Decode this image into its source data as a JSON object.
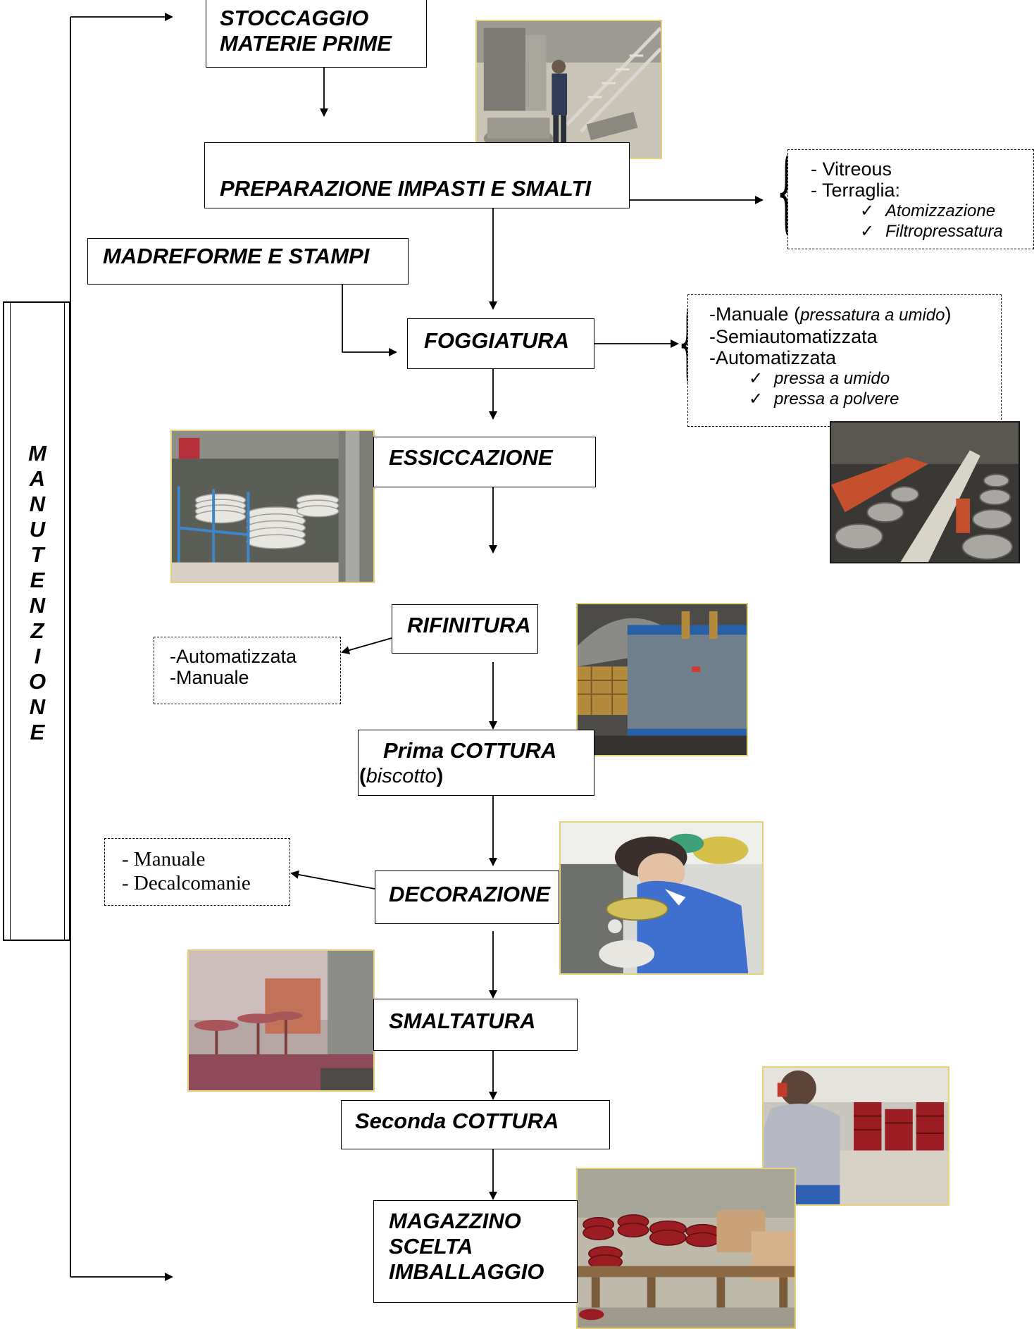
{
  "side_label": {
    "letters": [
      "M",
      "A",
      "N",
      "U",
      "T",
      "E",
      "N",
      "Z",
      "I",
      "O",
      "N",
      "E"
    ]
  },
  "steps": {
    "stoccaggio": [
      "STOCCAGGIO",
      "MATERIE PRIME"
    ],
    "preparazione": "PREPARAZIONE IMPASTI E SMALTI",
    "madreforme": "MADREFORME E STAMPI",
    "foggiatura": "FOGGIATURA",
    "essiccazione": "ESSICCAZIONE",
    "rifinitura": "RIFINITURA",
    "prima_cottura": {
      "line1": "Prima  COTTURA",
      "open": "(",
      "italic": "biscotto",
      "close": ")"
    },
    "decorazione": "DECORAZIONE",
    "smaltatura": "SMALTATURA",
    "seconda_cottura": "Seconda  COTTURA",
    "magazzino": [
      "MAGAZZINO",
      "SCELTA",
      "IMBALLAGGIO"
    ]
  },
  "notes": {
    "impasti": {
      "lines": [
        "- Vitreous",
        "- Terraglia:"
      ],
      "sub": [
        "Atomizzazione",
        "Filtropressatura"
      ]
    },
    "foggiatura": {
      "line1_a": "-Manuale (",
      "line1_italic": "pressatura a umido",
      "line1_b": ")",
      "lines": [
        "-Semiautomatizzata",
        "-Automatizzata"
      ],
      "sub": [
        "pressa  a umido",
        "pressa a polvere"
      ]
    },
    "rifinitura": [
      "-Automatizzata",
      "-Manuale"
    ],
    "decorazione": [
      "- Manuale",
      "- Decalcomanie"
    ]
  },
  "check_mark": "✓",
  "colors": {
    "photo_border": "#e6d27a",
    "clay": "#b9b3a6",
    "red_ware": "#9b1c22",
    "workwear_blue": "#3f6fcf",
    "kiln_steel": "#6f7f8c"
  }
}
